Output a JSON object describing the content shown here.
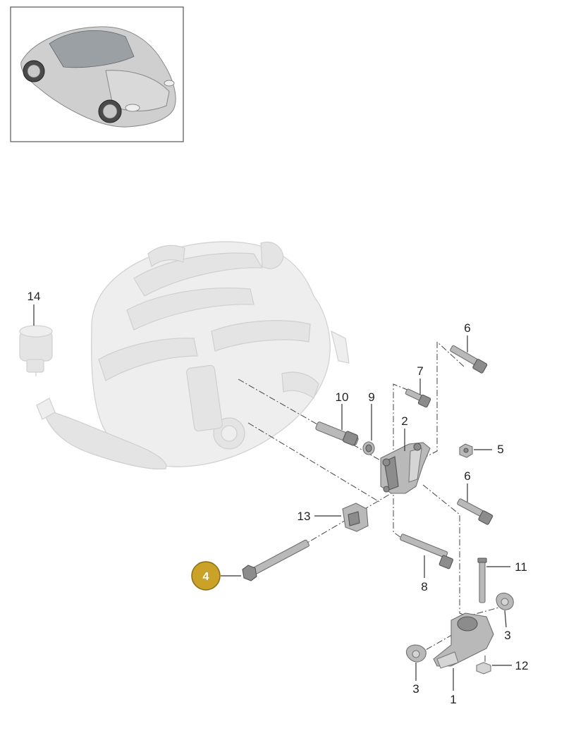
{
  "callouts": [
    {
      "id": "1",
      "label": "1"
    },
    {
      "id": "2",
      "label": "2"
    },
    {
      "id": "3a",
      "label": "3"
    },
    {
      "id": "3b",
      "label": "3"
    },
    {
      "id": "4",
      "label": "4",
      "highlighted": true
    },
    {
      "id": "5",
      "label": "5"
    },
    {
      "id": "6a",
      "label": "6"
    },
    {
      "id": "6b",
      "label": "6"
    },
    {
      "id": "7",
      "label": "7"
    },
    {
      "id": "8",
      "label": "8"
    },
    {
      "id": "9",
      "label": "9"
    },
    {
      "id": "10",
      "label": "10"
    },
    {
      "id": "11",
      "label": "11"
    },
    {
      "id": "12",
      "label": "12"
    },
    {
      "id": "13",
      "label": "13"
    },
    {
      "id": "14",
      "label": "14"
    }
  ],
  "colors": {
    "highlight_fill": "#c9a227",
    "highlight_stroke": "#8a6d12",
    "part_gray": "#b9b9b9",
    "ghost_gray": "#eeeeee"
  }
}
